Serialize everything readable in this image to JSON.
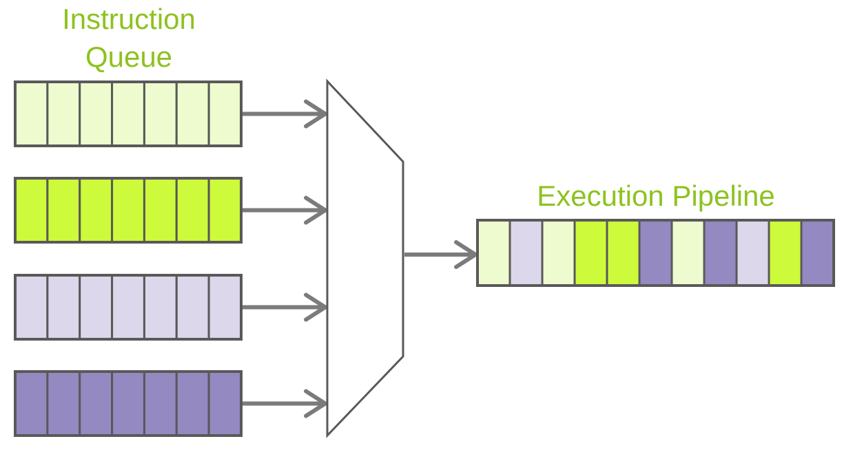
{
  "labels": {
    "queue_title_line1": "Instruction",
    "queue_title_line2": "Queue",
    "pipeline_title": "Execution Pipeline"
  },
  "colors": {
    "light_green": "#eefbcf",
    "bright_green": "#cdfa3a",
    "light_lavender": "#dcd7ea",
    "purple": "#9489c1",
    "border": "#595959",
    "arrow": "#7b7b7b",
    "label_text": "#8dc21f"
  },
  "queues": [
    {
      "color": "light_green",
      "slots": 7
    },
    {
      "color": "bright_green",
      "slots": 7
    },
    {
      "color": "light_lavender",
      "slots": 7
    },
    {
      "color": "purple",
      "slots": 7
    }
  ],
  "pipeline": [
    "light_green",
    "light_lavender",
    "light_green",
    "bright_green",
    "bright_green",
    "purple",
    "light_green",
    "purple",
    "light_lavender",
    "bright_green",
    "purple"
  ]
}
